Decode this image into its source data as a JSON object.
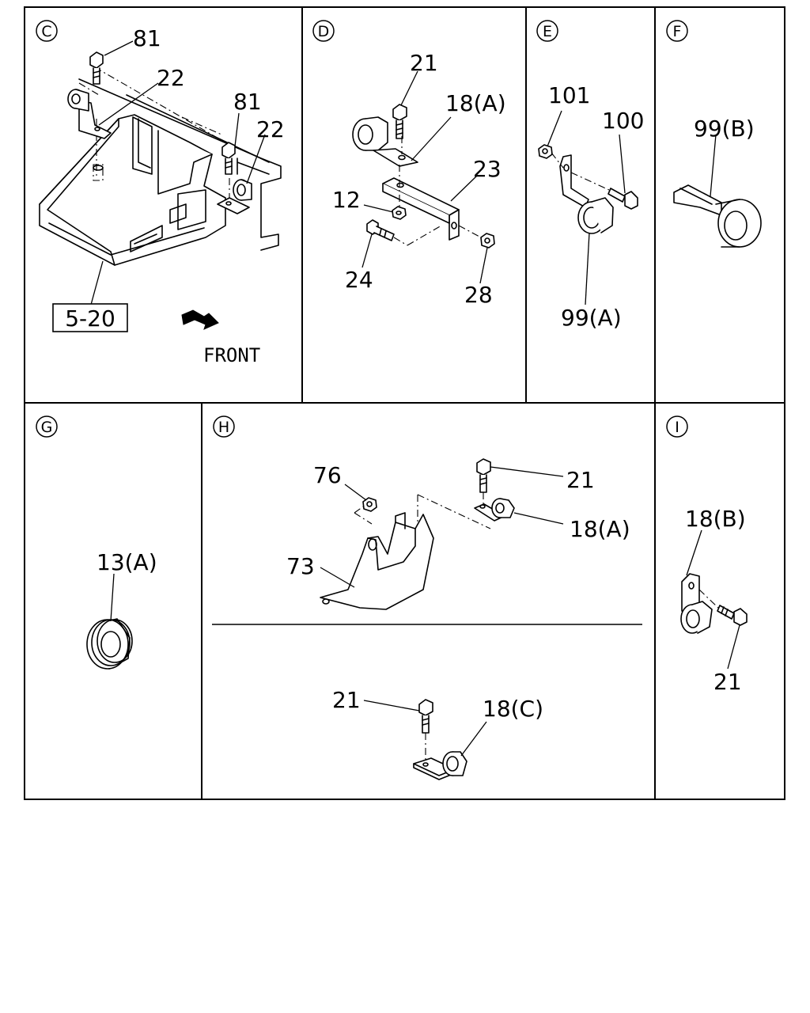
{
  "sections": {
    "C": {
      "id": "C",
      "labels": {
        "bolt_left": "81",
        "clip_left": "22",
        "bolt_right": "81",
        "clip_right": "22"
      },
      "ref": "5-20",
      "front": "FRONT"
    },
    "D": {
      "id": "D",
      "labels": {
        "bolt": "21",
        "clip": "18(A)",
        "bracket": "23",
        "nut": "12",
        "bolt_low": "24",
        "nut_low": "28"
      }
    },
    "E": {
      "id": "E",
      "labels": {
        "nut": "101",
        "bolt": "100",
        "clip": "99(A)"
      }
    },
    "F": {
      "id": "F",
      "labels": {
        "clip": "99(B)"
      }
    },
    "G": {
      "id": "G",
      "labels": {
        "grommet": "13(A)"
      }
    },
    "H": {
      "id": "H",
      "labels": {
        "nut": "76",
        "bracket": "73",
        "bolt_top": "21",
        "clip_top": "18(A)",
        "bolt_bottom": "21",
        "clip_bottom": "18(C)"
      }
    },
    "I": {
      "id": "I",
      "labels": {
        "clip": "18(B)",
        "bolt": "21"
      }
    }
  }
}
